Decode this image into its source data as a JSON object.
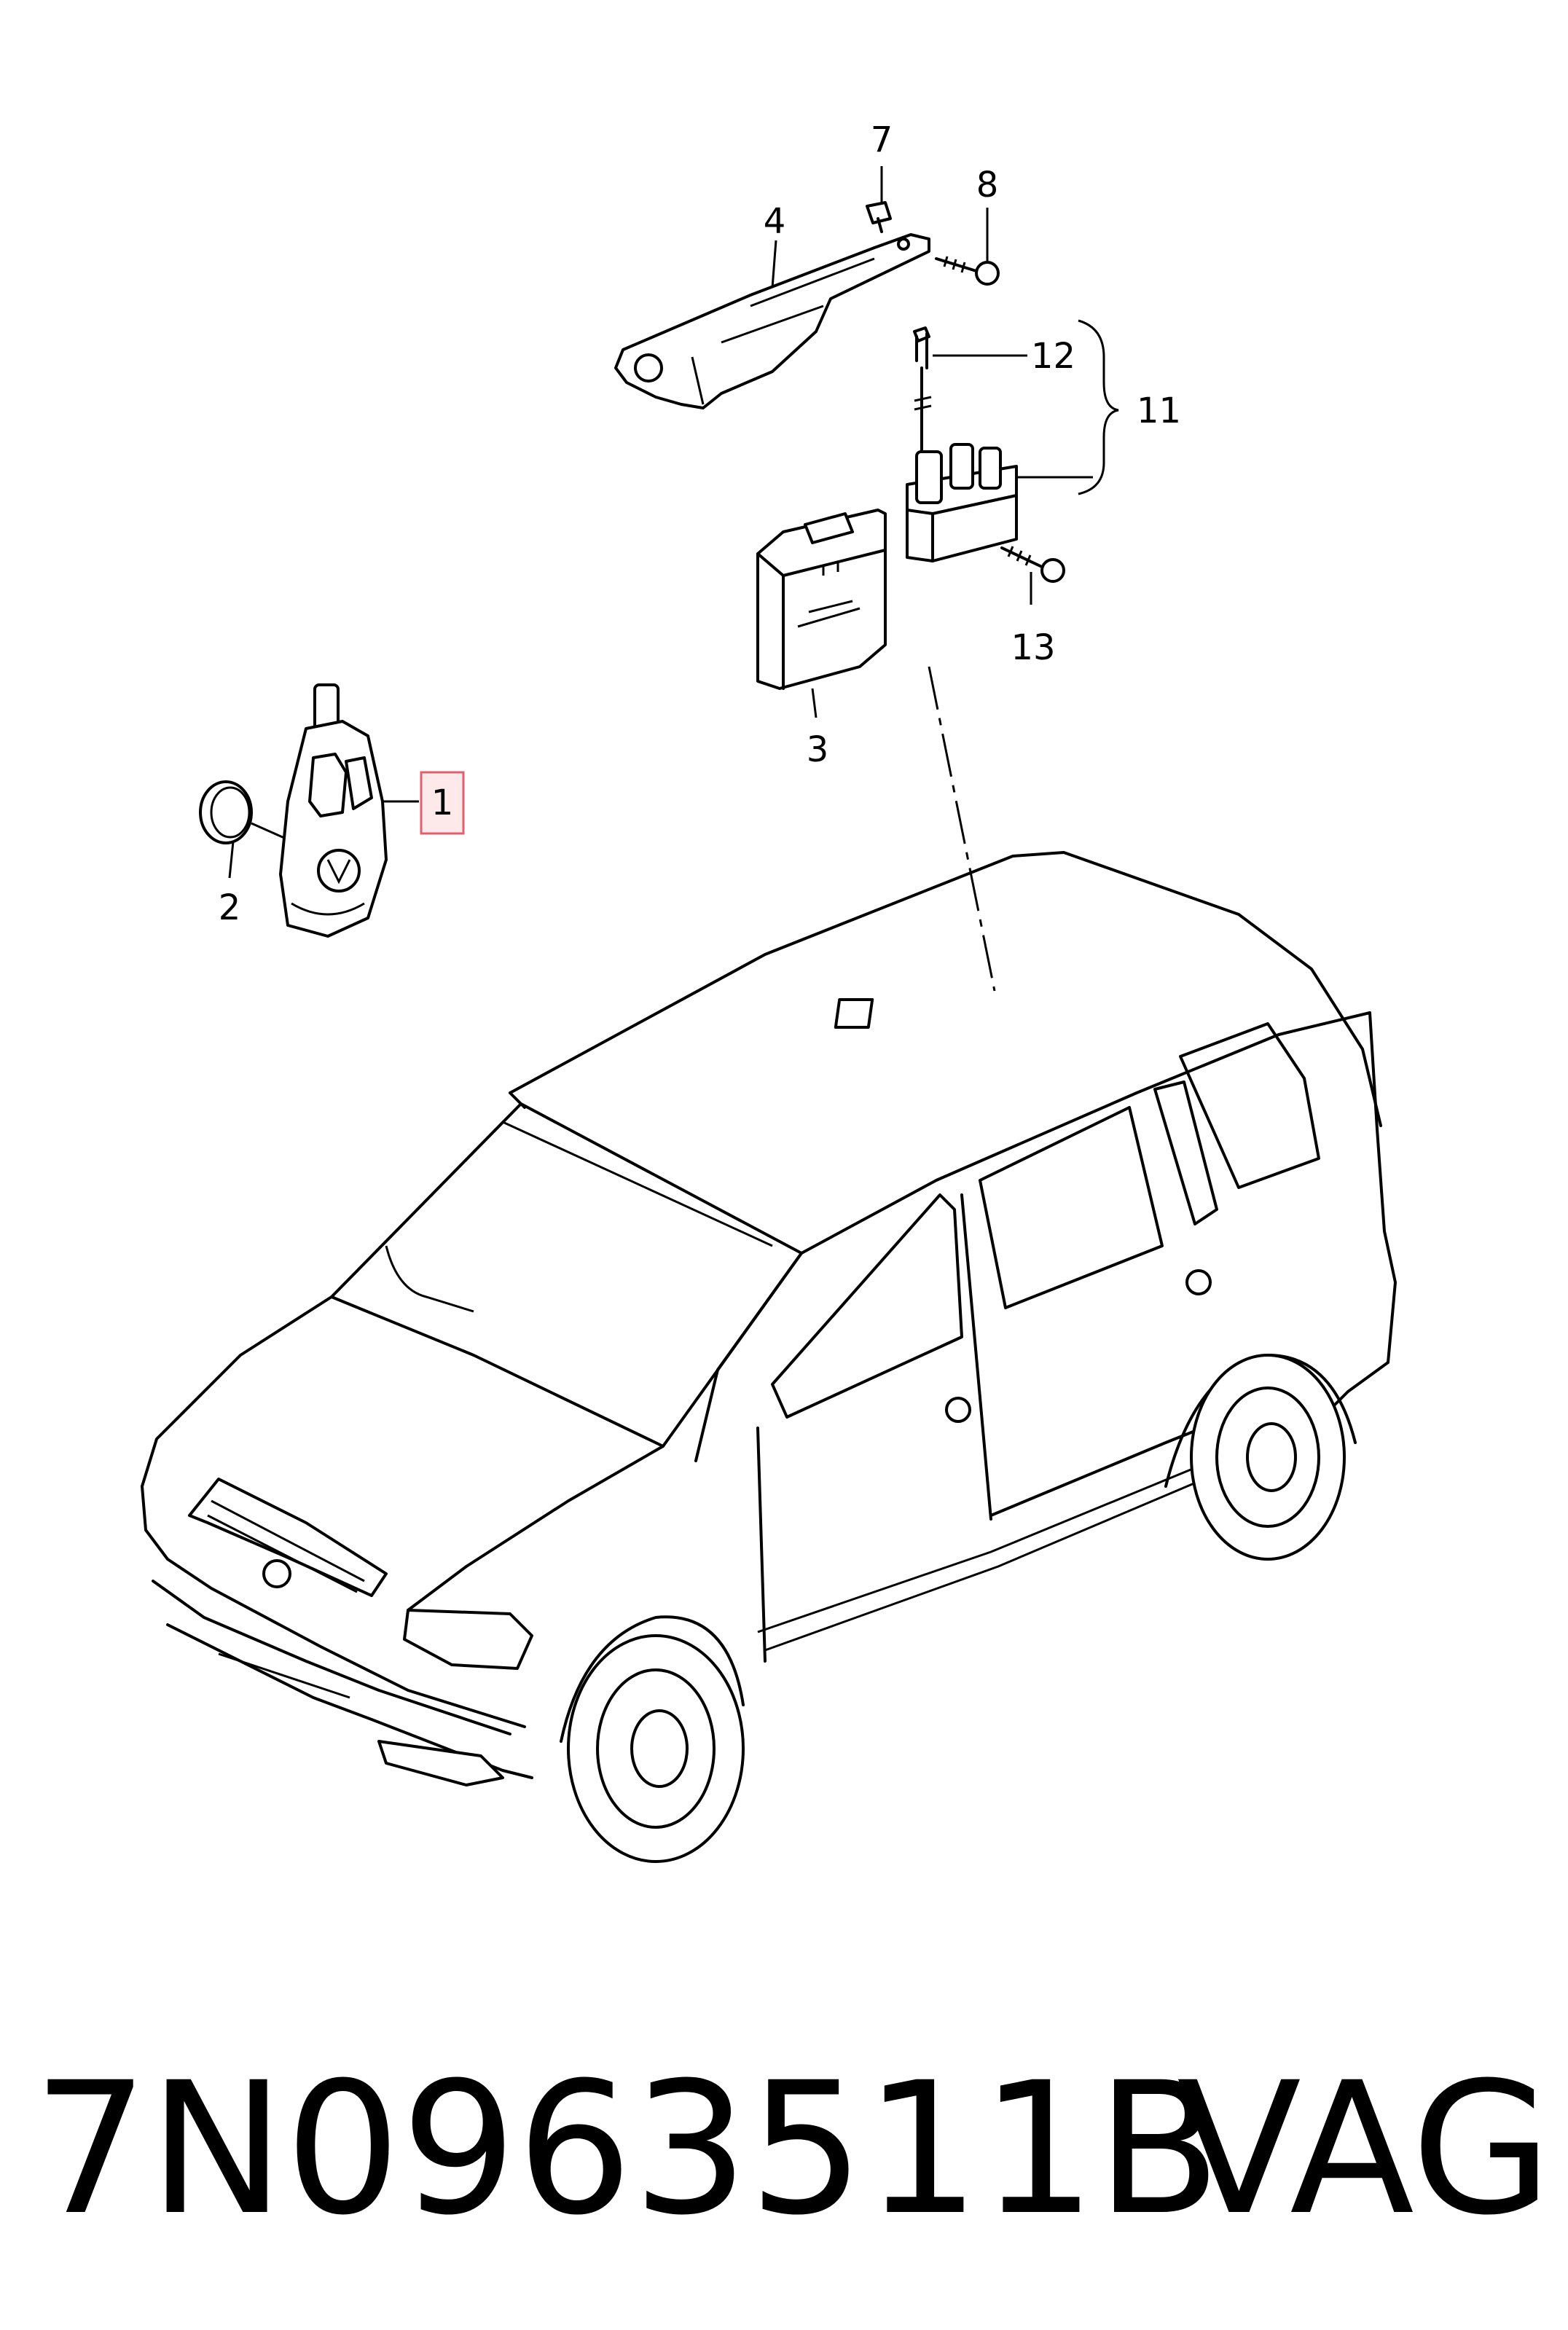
{
  "callouts": {
    "c1": "1",
    "c2": "2",
    "c3": "3",
    "c4": "4",
    "c7": "7",
    "c8": "8",
    "c11": "11",
    "c12": "12",
    "c13": "13"
  },
  "footer": {
    "part_number": "7N0963511B",
    "brand": "VAG"
  },
  "colors": {
    "highlight_box": "#e06070",
    "highlight_fill": "#fde8ea",
    "line": "#000000"
  }
}
